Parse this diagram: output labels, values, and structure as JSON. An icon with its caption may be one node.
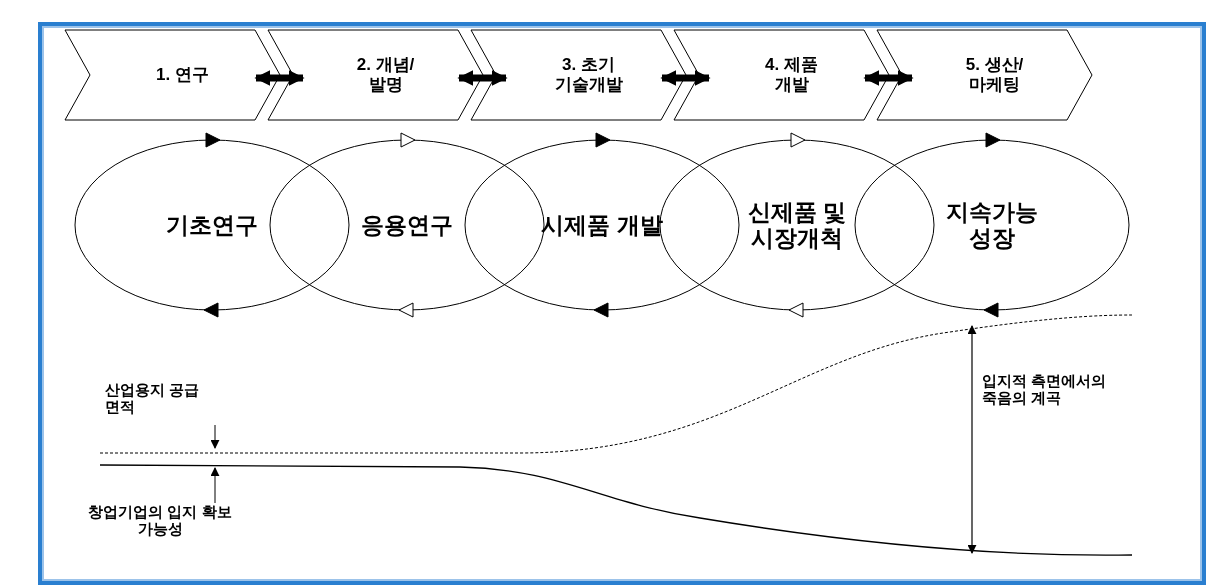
{
  "diagram": {
    "nodes": [
      {
        "text": [
          "1. 연구"
        ]
      },
      {
        "text": [
          "2. 개념/ 발명"
        ]
      },
      {
        "text": [
          "3. 초기 기술개발"
        ]
      },
      {
        "text": [
          "4. 제품 개발"
        ]
      },
      {
        "text": [
          "5. 생산/ 마케팅"
        ]
      },
      {
        "text": [
          "기초연구"
        ]
      },
      {
        "text": [
          "응용연구"
        ]
      },
      {
        "text": [
          "시제품 개발"
        ]
      },
      {
        "text": [
          "신제품 및 시장개척"
        ]
      },
      {
        "text": [
          "지속가능 성장"
        ]
      },
      {
        "text": [
          "산업용지 공급 면적"
        ]
      },
      {
        "text": [
          "창업기업의 입지 확보 가능성"
        ]
      }
    ],
    "edges": [
      {
        "from": 0,
        "to": 1,
        "arrow": "both"
      },
      {
        "from": 1,
        "to": 2,
        "arrow": "both"
      },
      {
        "from": 2,
        "to": 3,
        "arrow": "both"
      },
      {
        "from": 3,
        "to": 4,
        "arrow": "both"
      },
      {
        "from": 10,
        "to": null,
        "arrow": "to"
      },
      {
        "from": 11,
        "to": null,
        "arrow": "to"
      }
    ],
    "labels": [
      "입지적 측면에서의 죽음의 계곡"
    ]
  }
}
